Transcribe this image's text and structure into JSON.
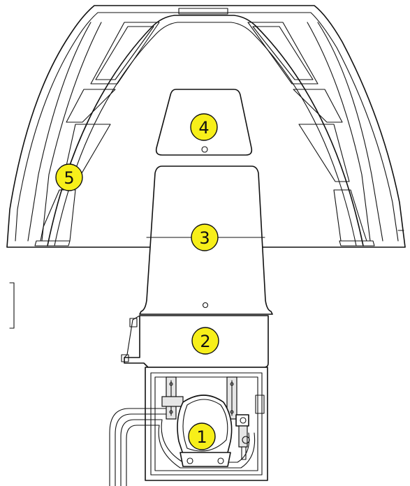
{
  "callout_color": "#f7ef1a",
  "callouts": [
    {
      "label": "1",
      "part": "pump-unit"
    },
    {
      "label": "2",
      "part": "lower-cover-panel"
    },
    {
      "label": "3",
      "part": "middle-cover-panel"
    },
    {
      "label": "4",
      "part": "top-cover-panel"
    },
    {
      "label": "5",
      "part": "side-housing-panel"
    }
  ]
}
